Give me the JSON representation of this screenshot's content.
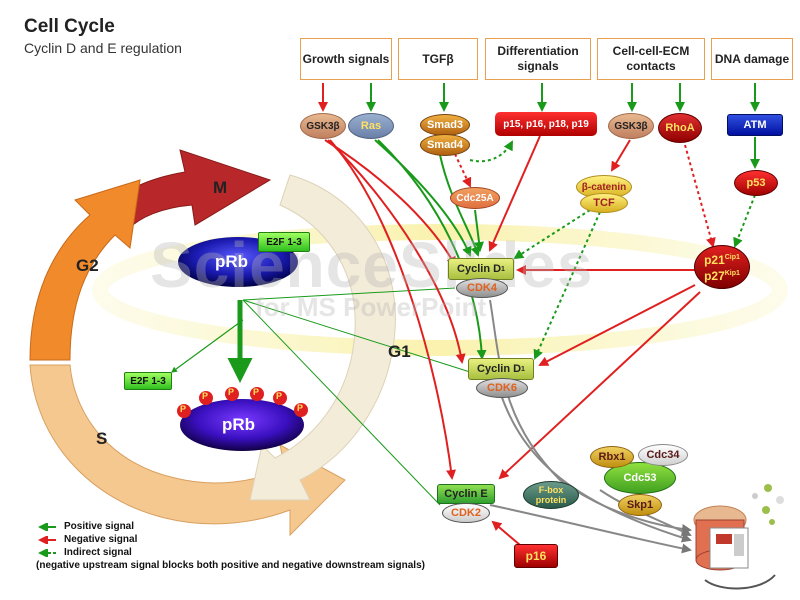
{
  "title": "Cell Cycle",
  "subtitle": "Cyclin D and E regulation",
  "signals": [
    {
      "label": "Growth signals"
    },
    {
      "label": "TGFβ"
    },
    {
      "label": "Differentiation signals"
    },
    {
      "label": "Cell-cell-ECM contacts"
    },
    {
      "label": "DNA damage"
    }
  ],
  "nodes": {
    "gsk3b_1": "GSK3β",
    "ras": "Ras",
    "smad3": "Smad3",
    "smad4": "Smad4",
    "p15": "p15, p16, p18, p19",
    "gsk3b_2": "GSK3β",
    "rhoa": "RhoA",
    "atm": "ATM",
    "cdc25a": "Cdc25A",
    "bcatenin": "β-catenin",
    "tcf": "TCF",
    "p53": "p53",
    "p21": "p21",
    "p21_sup": "Cip1",
    "p27": "p27",
    "p27_sup": "Kip1",
    "cyclinD1_a": "Cyclin D",
    "cyclinD1_a_sub": "1",
    "cdk4": "CDK4",
    "cyclinD1_b": "Cyclin D",
    "cyclinD1_b_sub": "1",
    "cdk6": "CDK6",
    "cyclinE": "Cyclin E",
    "cdk2": "CDK2",
    "fbox": "F-box protein",
    "rbx1": "Rbx1",
    "cdc34": "Cdc34",
    "cdc53": "Cdc53",
    "skp1": "Skp1",
    "p16": "p16",
    "prb_top": "pRb",
    "e2f_top": "E2F 1-3",
    "e2f_free": "E2F 1-3",
    "prb_bottom": "pRb",
    "phospho": "P"
  },
  "phases": {
    "m": "M",
    "g2": "G2",
    "s": "S",
    "g1": "G1"
  },
  "watermark": {
    "line1": "ScienceSlides",
    "line2": "for MS PowerPoint"
  },
  "legend": {
    "positive": "Positive signal",
    "negative": "Negative signal",
    "indirect": "Indirect signal",
    "note": "(negative upstream signal blocks both positive and negative downstream signals)"
  },
  "colors": {
    "positive": "#1a9a1a",
    "negative": "#e02020",
    "indirect": "#1a9a1a",
    "signal_border": "#e8a050",
    "m_phase": "#b8282a",
    "g2_phase": "#f08a2a",
    "s_phase": "#f5c890",
    "g1_phase": "#f3ecd8"
  }
}
